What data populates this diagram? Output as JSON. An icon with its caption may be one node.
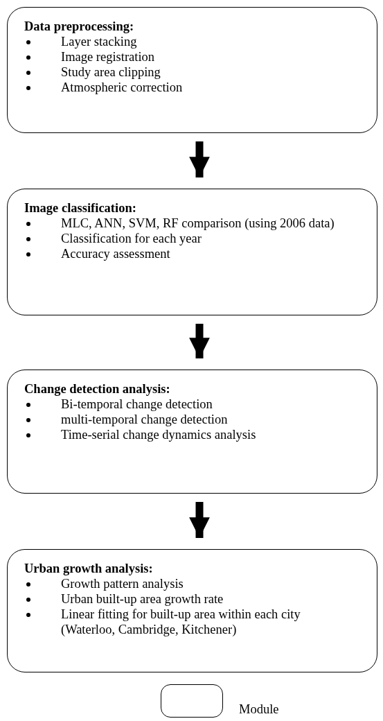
{
  "diagram": {
    "nodes": [
      {
        "text": [
          "Data preprocessing:",
          "Layer stacking",
          "Image registration",
          "Study area clipping",
          "Atmospheric correction"
        ]
      },
      {
        "text": [
          "Image classification:",
          "MLC, ANN, SVM, RF comparison (using 2006 data)",
          "Classification for each year",
          "Accuracy assessment"
        ]
      },
      {
        "text": [
          "Change detection analysis:",
          "Bi-temporal change detection",
          "multi-temporal change detection",
          "Time-serial  change dynamics analysis"
        ]
      },
      {
        "text": [
          "Urban growth analysis:",
          "Growth pattern analysis",
          "Urban built-up area growth rate",
          "Linear fitting for built-up area within each city (Waterloo, Cambridge, Kitchener)"
        ]
      }
    ],
    "edges": [
      {
        "from": 0,
        "to": 1,
        "arrow": "to"
      },
      {
        "from": 1,
        "to": 2,
        "arrow": "to"
      },
      {
        "from": 2,
        "to": 3,
        "arrow": "to"
      }
    ],
    "legend": [
      {
        "text": "Module"
      }
    ]
  }
}
